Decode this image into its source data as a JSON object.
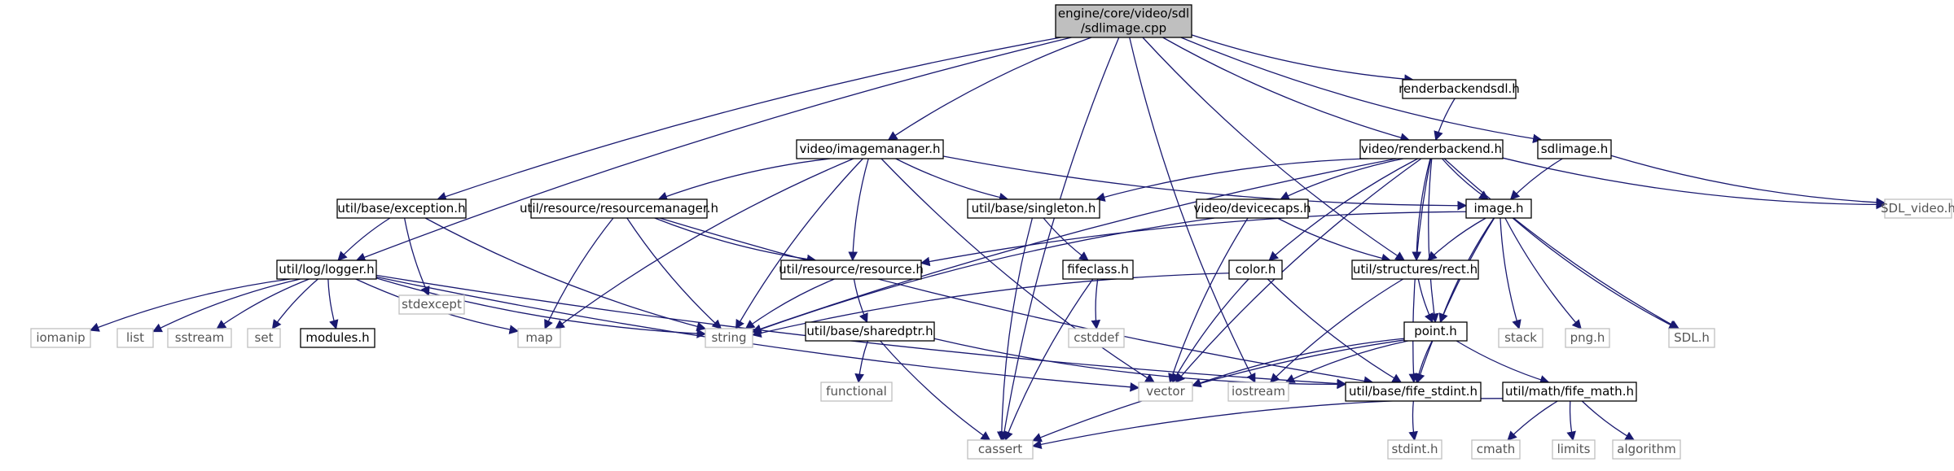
{
  "colors": {
    "edge": "#191970",
    "box_border": "#000000",
    "box_fill": "#ffffff",
    "external_border": "#bfbfbf",
    "root_fill": "#bfbfbf",
    "text": "#000000",
    "external_text": "#545454"
  },
  "nodes": [
    {
      "id": "root",
      "lines": [
        "engine/core/video/sdl",
        "/sdlimage.cpp"
      ],
      "kind": "root"
    },
    {
      "id": "renderbackendsdl",
      "lines": [
        "renderbackendsdl.h"
      ],
      "kind": "file"
    },
    {
      "id": "imagemanager",
      "lines": [
        "video/imagemanager.h"
      ],
      "kind": "file"
    },
    {
      "id": "renderbackend",
      "lines": [
        "video/renderbackend.h"
      ],
      "kind": "file"
    },
    {
      "id": "sdlimage_h",
      "lines": [
        "sdlimage.h"
      ],
      "kind": "file"
    },
    {
      "id": "sdl_video",
      "lines": [
        "SDL_video.h"
      ],
      "kind": "external"
    },
    {
      "id": "exception",
      "lines": [
        "util/base/exception.h"
      ],
      "kind": "file"
    },
    {
      "id": "resourcemanager",
      "lines": [
        "util/resource/resourcemanager.h"
      ],
      "kind": "file"
    },
    {
      "id": "singleton",
      "lines": [
        "util/base/singleton.h"
      ],
      "kind": "file"
    },
    {
      "id": "devicecaps",
      "lines": [
        "video/devicecaps.h"
      ],
      "kind": "file"
    },
    {
      "id": "image_h",
      "lines": [
        "image.h"
      ],
      "kind": "file"
    },
    {
      "id": "logger",
      "lines": [
        "util/log/logger.h"
      ],
      "kind": "file"
    },
    {
      "id": "stdexcept",
      "lines": [
        "stdexcept"
      ],
      "kind": "external"
    },
    {
      "id": "resource",
      "lines": [
        "util/resource/resource.h"
      ],
      "kind": "file"
    },
    {
      "id": "fifeclass",
      "lines": [
        "fifeclass.h"
      ],
      "kind": "file"
    },
    {
      "id": "color",
      "lines": [
        "color.h"
      ],
      "kind": "file"
    },
    {
      "id": "rect",
      "lines": [
        "util/structures/rect.h"
      ],
      "kind": "file"
    },
    {
      "id": "stack",
      "lines": [
        "stack"
      ],
      "kind": "external"
    },
    {
      "id": "png",
      "lines": [
        "png.h"
      ],
      "kind": "external"
    },
    {
      "id": "sdl_h",
      "lines": [
        "SDL.h"
      ],
      "kind": "external"
    },
    {
      "id": "iomanip",
      "lines": [
        "iomanip"
      ],
      "kind": "external"
    },
    {
      "id": "list",
      "lines": [
        "list"
      ],
      "kind": "external"
    },
    {
      "id": "sstream",
      "lines": [
        "sstream"
      ],
      "kind": "external"
    },
    {
      "id": "set",
      "lines": [
        "set"
      ],
      "kind": "external"
    },
    {
      "id": "modules",
      "lines": [
        "modules.h"
      ],
      "kind": "file"
    },
    {
      "id": "map",
      "lines": [
        "map"
      ],
      "kind": "external"
    },
    {
      "id": "string",
      "lines": [
        "string"
      ],
      "kind": "external"
    },
    {
      "id": "cstddef",
      "lines": [
        "cstddef"
      ],
      "kind": "external"
    },
    {
      "id": "point",
      "lines": [
        "point.h"
      ],
      "kind": "file"
    },
    {
      "id": "sharedptr",
      "lines": [
        "util/base/sharedptr.h"
      ],
      "kind": "file"
    },
    {
      "id": "functional",
      "lines": [
        "functional"
      ],
      "kind": "external"
    },
    {
      "id": "vector",
      "lines": [
        "vector"
      ],
      "kind": "external"
    },
    {
      "id": "iostream",
      "lines": [
        "iostream"
      ],
      "kind": "external"
    },
    {
      "id": "fife_stdint",
      "lines": [
        "util/base/fife_stdint.h"
      ],
      "kind": "file"
    },
    {
      "id": "fife_math",
      "lines": [
        "util/math/fife_math.h"
      ],
      "kind": "file"
    },
    {
      "id": "stdint",
      "lines": [
        "stdint.h"
      ],
      "kind": "external"
    },
    {
      "id": "cmath",
      "lines": [
        "cmath"
      ],
      "kind": "external"
    },
    {
      "id": "limits",
      "lines": [
        "limits"
      ],
      "kind": "external"
    },
    {
      "id": "algorithm",
      "lines": [
        "algorithm"
      ],
      "kind": "external"
    },
    {
      "id": "cassert",
      "lines": [
        "cassert"
      ],
      "kind": "external"
    }
  ],
  "edges": [
    [
      "root",
      "renderbackendsdl"
    ],
    [
      "root",
      "imagemanager"
    ],
    [
      "root",
      "renderbackend"
    ],
    [
      "root",
      "sdlimage_h"
    ],
    [
      "root",
      "exception"
    ],
    [
      "root",
      "logger"
    ],
    [
      "root",
      "rect"
    ],
    [
      "root",
      "iostream"
    ],
    [
      "root",
      "cassert"
    ],
    [
      "renderbackendsdl",
      "renderbackend"
    ],
    [
      "sdlimage_h",
      "image_h"
    ],
    [
      "sdlimage_h",
      "sdl_video"
    ],
    [
      "imagemanager",
      "resourcemanager"
    ],
    [
      "imagemanager",
      "singleton"
    ],
    [
      "imagemanager",
      "image_h"
    ],
    [
      "imagemanager",
      "resource"
    ],
    [
      "imagemanager",
      "map"
    ],
    [
      "imagemanager",
      "string"
    ],
    [
      "imagemanager",
      "vector"
    ],
    [
      "renderbackend",
      "singleton"
    ],
    [
      "renderbackend",
      "devicecaps"
    ],
    [
      "renderbackend",
      "image_h"
    ],
    [
      "renderbackend",
      "color"
    ],
    [
      "renderbackend",
      "rect"
    ],
    [
      "renderbackend",
      "sdl_h"
    ],
    [
      "renderbackend",
      "sdl_video"
    ],
    [
      "renderbackend",
      "point"
    ],
    [
      "renderbackend",
      "fife_stdint"
    ],
    [
      "renderbackend",
      "string"
    ],
    [
      "renderbackend",
      "vector"
    ],
    [
      "exception",
      "logger"
    ],
    [
      "exception",
      "stdexcept"
    ],
    [
      "exception",
      "string"
    ],
    [
      "resourcemanager",
      "resource"
    ],
    [
      "resourcemanager",
      "map"
    ],
    [
      "resourcemanager",
      "string"
    ],
    [
      "resourcemanager",
      "fife_stdint"
    ],
    [
      "singleton",
      "fifeclass"
    ],
    [
      "singleton",
      "cassert"
    ],
    [
      "devicecaps",
      "rect"
    ],
    [
      "devicecaps",
      "string"
    ],
    [
      "devicecaps",
      "vector"
    ],
    [
      "image_h",
      "resource"
    ],
    [
      "image_h",
      "rect"
    ],
    [
      "image_h",
      "stack"
    ],
    [
      "image_h",
      "png"
    ],
    [
      "image_h",
      "sdl_h"
    ],
    [
      "image_h",
      "point"
    ],
    [
      "image_h",
      "fife_stdint"
    ],
    [
      "logger",
      "iomanip"
    ],
    [
      "logger",
      "list"
    ],
    [
      "logger",
      "sstream"
    ],
    [
      "logger",
      "set"
    ],
    [
      "logger",
      "modules"
    ],
    [
      "logger",
      "map"
    ],
    [
      "logger",
      "string"
    ],
    [
      "logger",
      "vector"
    ],
    [
      "logger",
      "fife_stdint"
    ],
    [
      "resource",
      "string"
    ],
    [
      "resource",
      "sharedptr"
    ],
    [
      "fifeclass",
      "cstddef"
    ],
    [
      "fifeclass",
      "cassert"
    ],
    [
      "color",
      "string"
    ],
    [
      "color",
      "vector"
    ],
    [
      "color",
      "fife_stdint"
    ],
    [
      "rect",
      "point"
    ],
    [
      "rect",
      "iostream"
    ],
    [
      "point",
      "iostream"
    ],
    [
      "point",
      "vector"
    ],
    [
      "point",
      "fife_stdint"
    ],
    [
      "point",
      "fife_math"
    ],
    [
      "point",
      "cassert"
    ],
    [
      "sharedptr",
      "functional"
    ],
    [
      "sharedptr",
      "cassert"
    ],
    [
      "sharedptr",
      "fife_stdint"
    ],
    [
      "fife_stdint",
      "stdint"
    ],
    [
      "fife_math",
      "cmath"
    ],
    [
      "fife_math",
      "limits"
    ],
    [
      "fife_math",
      "algorithm"
    ],
    [
      "fife_math",
      "cassert"
    ]
  ]
}
